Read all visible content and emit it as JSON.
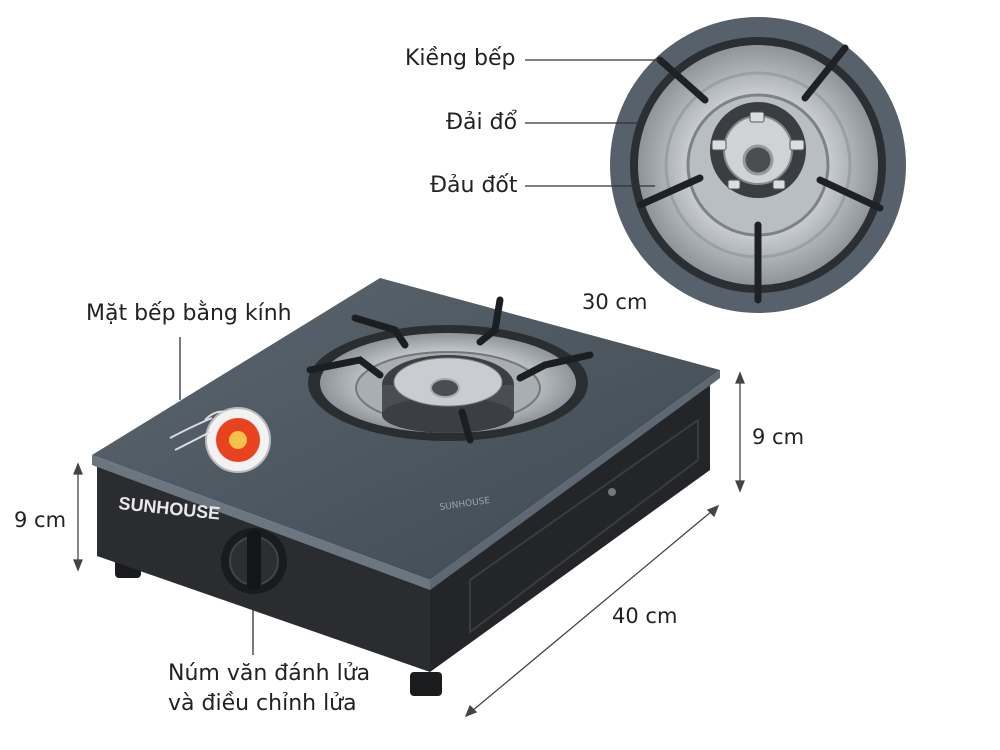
{
  "labels": {
    "grate": "Kiềng bếp",
    "drip_tray": "Đải đổ",
    "burner_head": "Đảu đốt",
    "glass_top": "Mặt bếp bằng kính",
    "knob_line1": "Núm văn đánh lửa",
    "knob_line2": "và điều chỉnh lửa"
  },
  "dimensions": {
    "depth": "30 cm",
    "height_right": "9 cm",
    "height_left": "9 cm",
    "width": "40 cm"
  },
  "brand": "SUNHOUSE",
  "colors": {
    "glass": "#4d5862",
    "body": "#2a2c2f",
    "steel": "#c9cdd1",
    "zoom_ring": "#56616b"
  }
}
